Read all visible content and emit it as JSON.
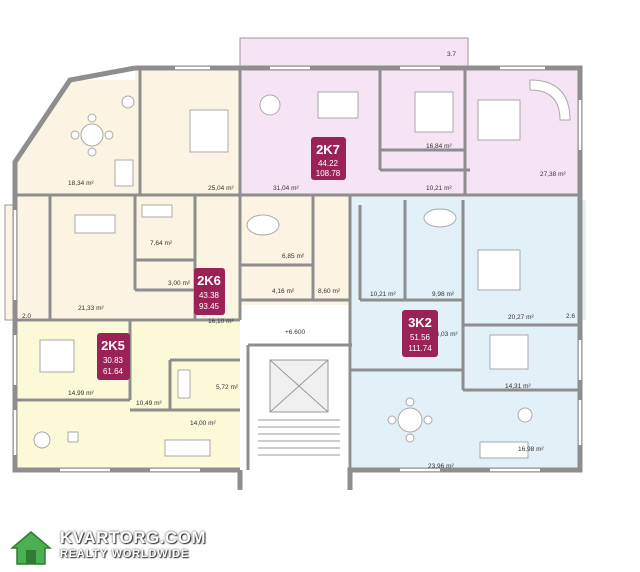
{
  "apartments": [
    {
      "code": "2K7",
      "living": "44.22",
      "total": "108.78",
      "color": "#9b2257"
    },
    {
      "code": "2K6",
      "living": "43.38",
      "total": "93.45",
      "color": "#9b2257"
    },
    {
      "code": "2K5",
      "living": "30.83",
      "total": "61.64",
      "color": "#9b2257"
    },
    {
      "code": "3K2",
      "living": "51.56",
      "total": "111.74",
      "color": "#9b2257"
    }
  ],
  "rooms": [
    "18,34 m²",
    "25,04 m²",
    "31,04 m²",
    "16,84 m²",
    "27,38 m²",
    "10,21 m²",
    "7,64 m²",
    "6,85 m²",
    "3,00 m²",
    "21,33 m²",
    "4,16 m²",
    "8,60 m²",
    "10,21 m²",
    "9,98 m²",
    "20,27 m²",
    "16,10 m²",
    "14,03 m²",
    "14,99 m²",
    "10,49 m²",
    "5,72 m²",
    "14,31 m²",
    "14,00 m²",
    "23,96 m²",
    "16,98 m²"
  ],
  "labels": {
    "balcony": "3.7",
    "left_balcony": "2.0",
    "right_balcony": "2.6",
    "level": "+6.600"
  },
  "watermark": {
    "brand": "KVARTORG.COM",
    "tagline": "REALTY WORLDWIDE"
  },
  "colors": {
    "pink": "#f5e4f3",
    "cream": "#fbf4e2",
    "yellow": "#fbf9d8",
    "blue": "#e2f0f8",
    "wall": "#8e8e8e",
    "badge": "#9b2257"
  }
}
